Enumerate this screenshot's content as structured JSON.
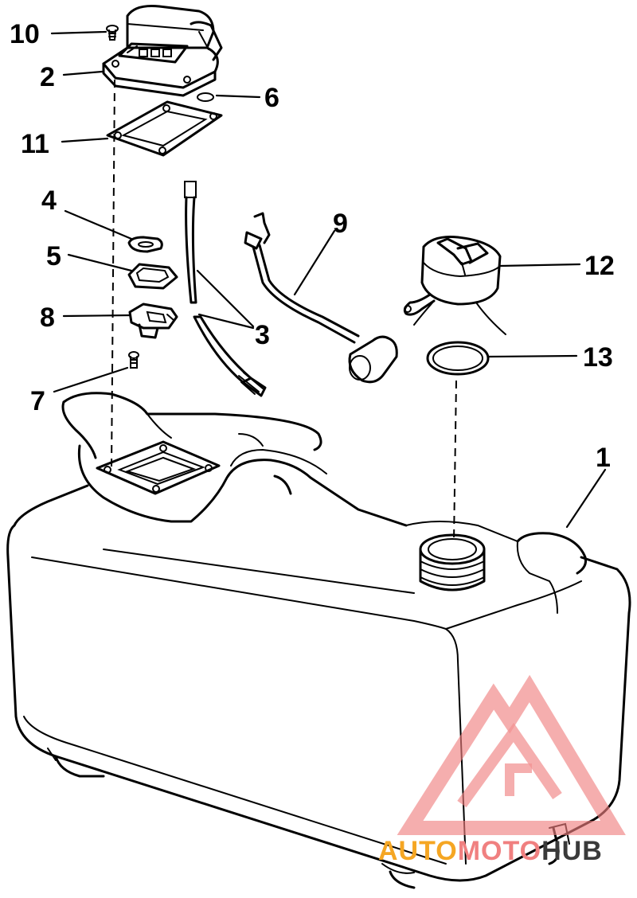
{
  "callouts": {
    "c1": "1",
    "c2": "2",
    "c3": "3",
    "c4": "4",
    "c5": "5",
    "c6": "6",
    "c7": "7",
    "c8": "8",
    "c9": "9",
    "c10": "10",
    "c11": "11",
    "c12": "12",
    "c13": "13"
  },
  "watermark": {
    "part1": "AUTO",
    "part2": "MOTO",
    "part3": "HUB",
    "color_orange": "#f5a623",
    "color_red": "#e8453c",
    "color_dark": "#3a3a3a"
  }
}
